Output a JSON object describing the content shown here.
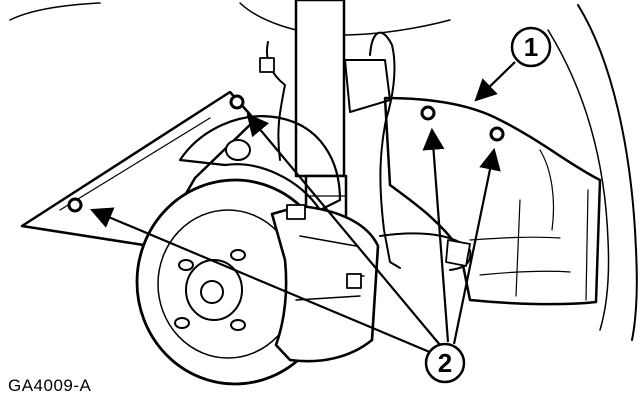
{
  "figure": {
    "id_label": "GA4009-A",
    "callouts": [
      {
        "number": "1"
      },
      {
        "number": "2"
      }
    ]
  }
}
